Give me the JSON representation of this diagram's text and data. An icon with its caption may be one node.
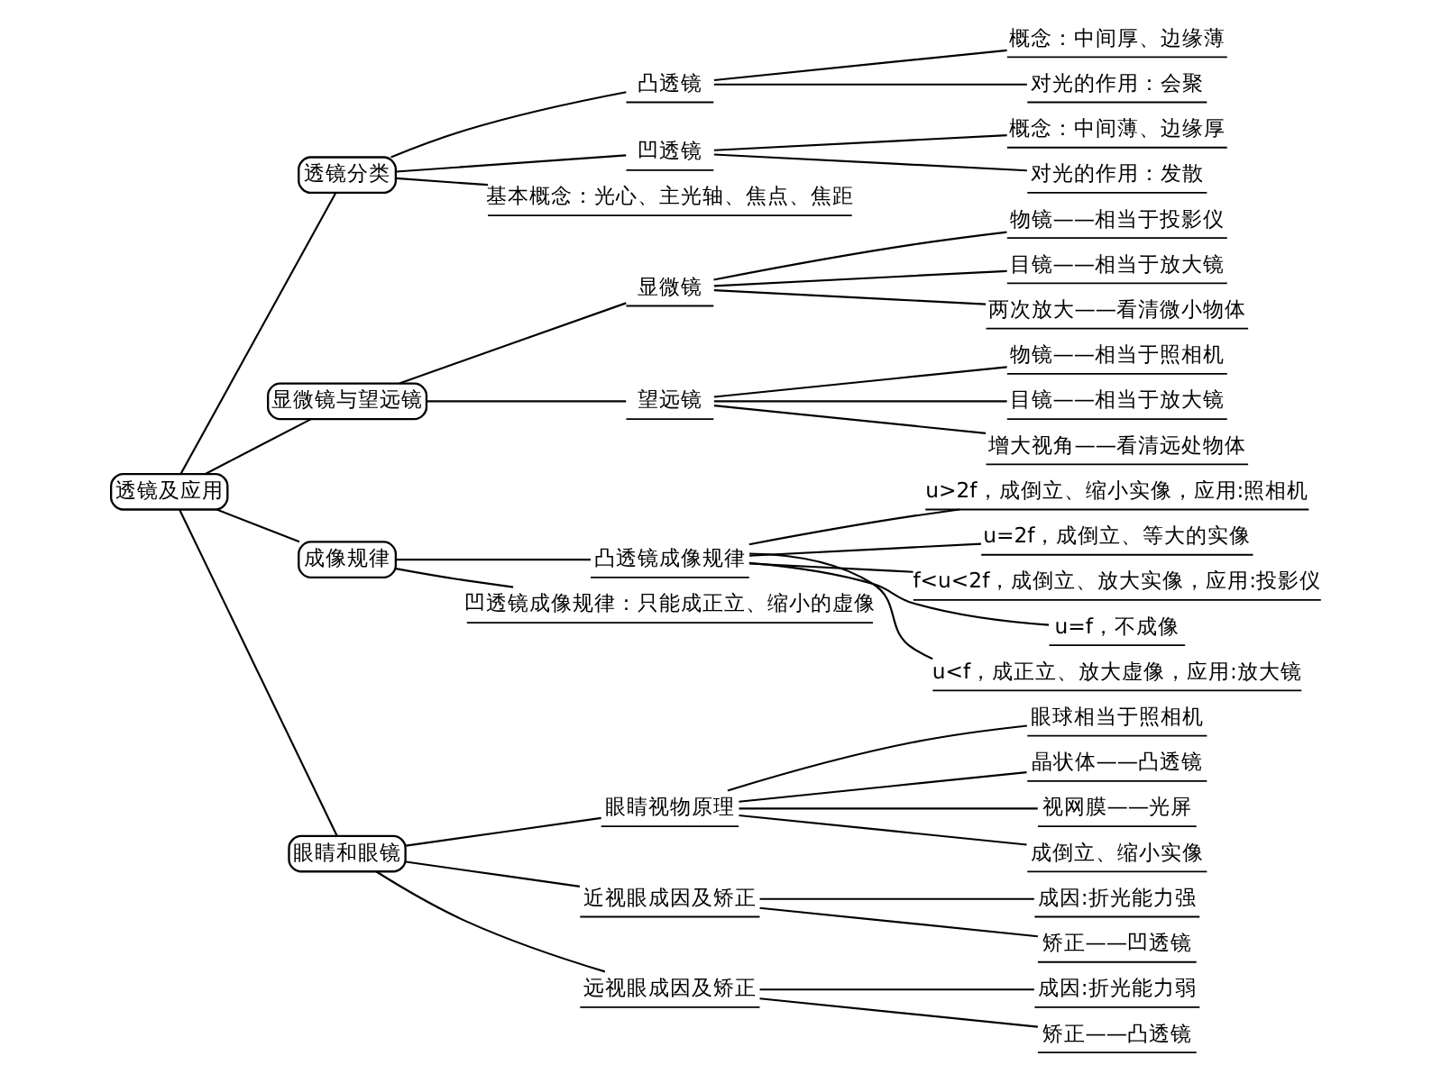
{
  "diagram": {
    "nodes": [
      {
        "text": [
          "透镜及应用"
        ]
      },
      {
        "text": [
          "透镜分类"
        ]
      },
      {
        "text": [
          "凸透镜"
        ]
      },
      {
        "text": [
          "概念：中间厚、边缘薄"
        ]
      },
      {
        "text": [
          "对光的作用：会聚"
        ]
      },
      {
        "text": [
          "凹透镜"
        ]
      },
      {
        "text": [
          "概念：中间薄、边缘厚"
        ]
      },
      {
        "text": [
          "对光的作用：发散"
        ]
      },
      {
        "text": [
          "基本概念：光心、主光轴、焦点、焦距"
        ]
      },
      {
        "text": [
          "显微镜与望远镜"
        ]
      },
      {
        "text": [
          "显微镜"
        ]
      },
      {
        "text": [
          "物镜——相当于投影仪"
        ]
      },
      {
        "text": [
          "目镜——相当于放大镜"
        ]
      },
      {
        "text": [
          "两次放大——看清微小物体"
        ]
      },
      {
        "text": [
          "望远镜"
        ]
      },
      {
        "text": [
          "物镜——相当于照相机"
        ]
      },
      {
        "text": [
          "目镜——相当于放大镜"
        ]
      },
      {
        "text": [
          "增大视角——看清远处物体"
        ]
      },
      {
        "text": [
          "成像规律"
        ]
      },
      {
        "text": [
          "凸透镜成像规律"
        ]
      },
      {
        "text": [
          "u>2f，成倒立、缩小实像，应用:照相机"
        ]
      },
      {
        "text": [
          "u=2f，成倒立、等大的实像"
        ]
      },
      {
        "text": [
          "f<u<2f，成倒立、放大实像，应用:投影仪"
        ]
      },
      {
        "text": [
          "u=f，不成像"
        ]
      },
      {
        "text": [
          "u<f，成正立、放大虚像，应用:放大镜"
        ]
      },
      {
        "text": [
          "凹透镜成像规律：只能成正立、缩小的虚像"
        ]
      },
      {
        "text": [
          "眼睛和眼镜"
        ]
      },
      {
        "text": [
          "眼睛视物原理"
        ]
      },
      {
        "text": [
          "眼球相当于照相机"
        ]
      },
      {
        "text": [
          "晶状体——凸透镜"
        ]
      },
      {
        "text": [
          "视网膜——光屏"
        ]
      },
      {
        "text": [
          "成倒立、缩小实像"
        ]
      },
      {
        "text": [
          "近视眼成因及矫正"
        ]
      },
      {
        "text": [
          "成因:折光能力强"
        ]
      },
      {
        "text": [
          "矫正——凹透镜"
        ]
      },
      {
        "text": [
          "远视眼成因及矫正"
        ]
      },
      {
        "text": [
          "成因:折光能力弱"
        ]
      },
      {
        "text": [
          "矫正——凸透镜"
        ]
      }
    ],
    "edges": [
      {
        "from": 0,
        "to": 1,
        "arrow": "none"
      },
      {
        "from": 1,
        "to": 2,
        "arrow": "none"
      },
      {
        "from": 2,
        "to": 3,
        "arrow": "none"
      },
      {
        "from": 2,
        "to": 4,
        "arrow": "none"
      },
      {
        "from": 1,
        "to": 5,
        "arrow": "none"
      },
      {
        "from": 5,
        "to": 6,
        "arrow": "none"
      },
      {
        "from": 5,
        "to": 7,
        "arrow": "none"
      },
      {
        "from": 1,
        "to": 8,
        "arrow": "none"
      },
      {
        "from": 0,
        "to": 9,
        "arrow": "none"
      },
      {
        "from": 9,
        "to": 10,
        "arrow": "none"
      },
      {
        "from": 10,
        "to": 11,
        "arrow": "none"
      },
      {
        "from": 10,
        "to": 12,
        "arrow": "none"
      },
      {
        "from": 10,
        "to": 13,
        "arrow": "none"
      },
      {
        "from": 9,
        "to": 14,
        "arrow": "none"
      },
      {
        "from": 14,
        "to": 15,
        "arrow": "none"
      },
      {
        "from": 14,
        "to": 16,
        "arrow": "none"
      },
      {
        "from": 14,
        "to": 17,
        "arrow": "none"
      },
      {
        "from": 0,
        "to": 18,
        "arrow": "none"
      },
      {
        "from": 18,
        "to": 19,
        "arrow": "none"
      },
      {
        "from": 19,
        "to": 20,
        "arrow": "none"
      },
      {
        "from": 19,
        "to": 21,
        "arrow": "none"
      },
      {
        "from": 19,
        "to": 22,
        "arrow": "none"
      },
      {
        "from": 19,
        "to": 23,
        "arrow": "none"
      },
      {
        "from": 19,
        "to": 24,
        "arrow": "none"
      },
      {
        "from": 18,
        "to": 25,
        "arrow": "none"
      },
      {
        "from": 0,
        "to": 26,
        "arrow": "none"
      },
      {
        "from": 26,
        "to": 27,
        "arrow": "none"
      },
      {
        "from": 27,
        "to": 28,
        "arrow": "none"
      },
      {
        "from": 27,
        "to": 29,
        "arrow": "none"
      },
      {
        "from": 27,
        "to": 30,
        "arrow": "none"
      },
      {
        "from": 27,
        "to": 31,
        "arrow": "none"
      },
      {
        "from": 26,
        "to": 32,
        "arrow": "none"
      },
      {
        "from": 32,
        "to": 33,
        "arrow": "none"
      },
      {
        "from": 32,
        "to": 34,
        "arrow": "none"
      },
      {
        "from": 26,
        "to": 35,
        "arrow": "none"
      },
      {
        "from": 35,
        "to": 36,
        "arrow": "none"
      },
      {
        "from": 35,
        "to": 37,
        "arrow": "none"
      }
    ]
  }
}
